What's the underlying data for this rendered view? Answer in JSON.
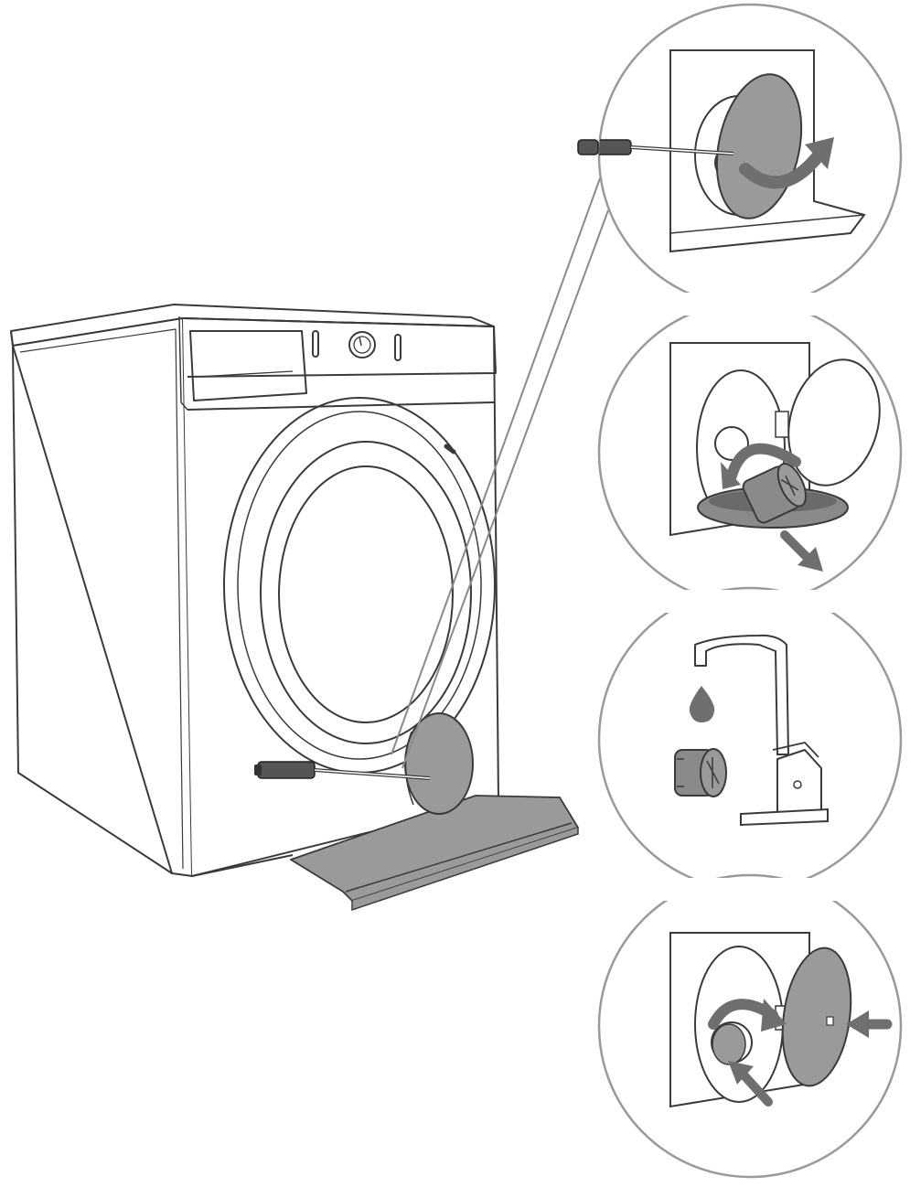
{
  "illustration": {
    "steps": [
      {
        "id": 1,
        "action": "open-cover"
      },
      {
        "id": 2,
        "action": "unscrew-and-remove-filter"
      },
      {
        "id": 3,
        "action": "rinse-filter-under-tap"
      },
      {
        "id": 4,
        "action": "reinsert-filter-and-close-cover"
      }
    ],
    "colors": {
      "line": "#3a3a3a",
      "fill_gray": "#9a9a9a",
      "arrow_gray": "#6f6f6f",
      "background": "#ffffff"
    }
  }
}
